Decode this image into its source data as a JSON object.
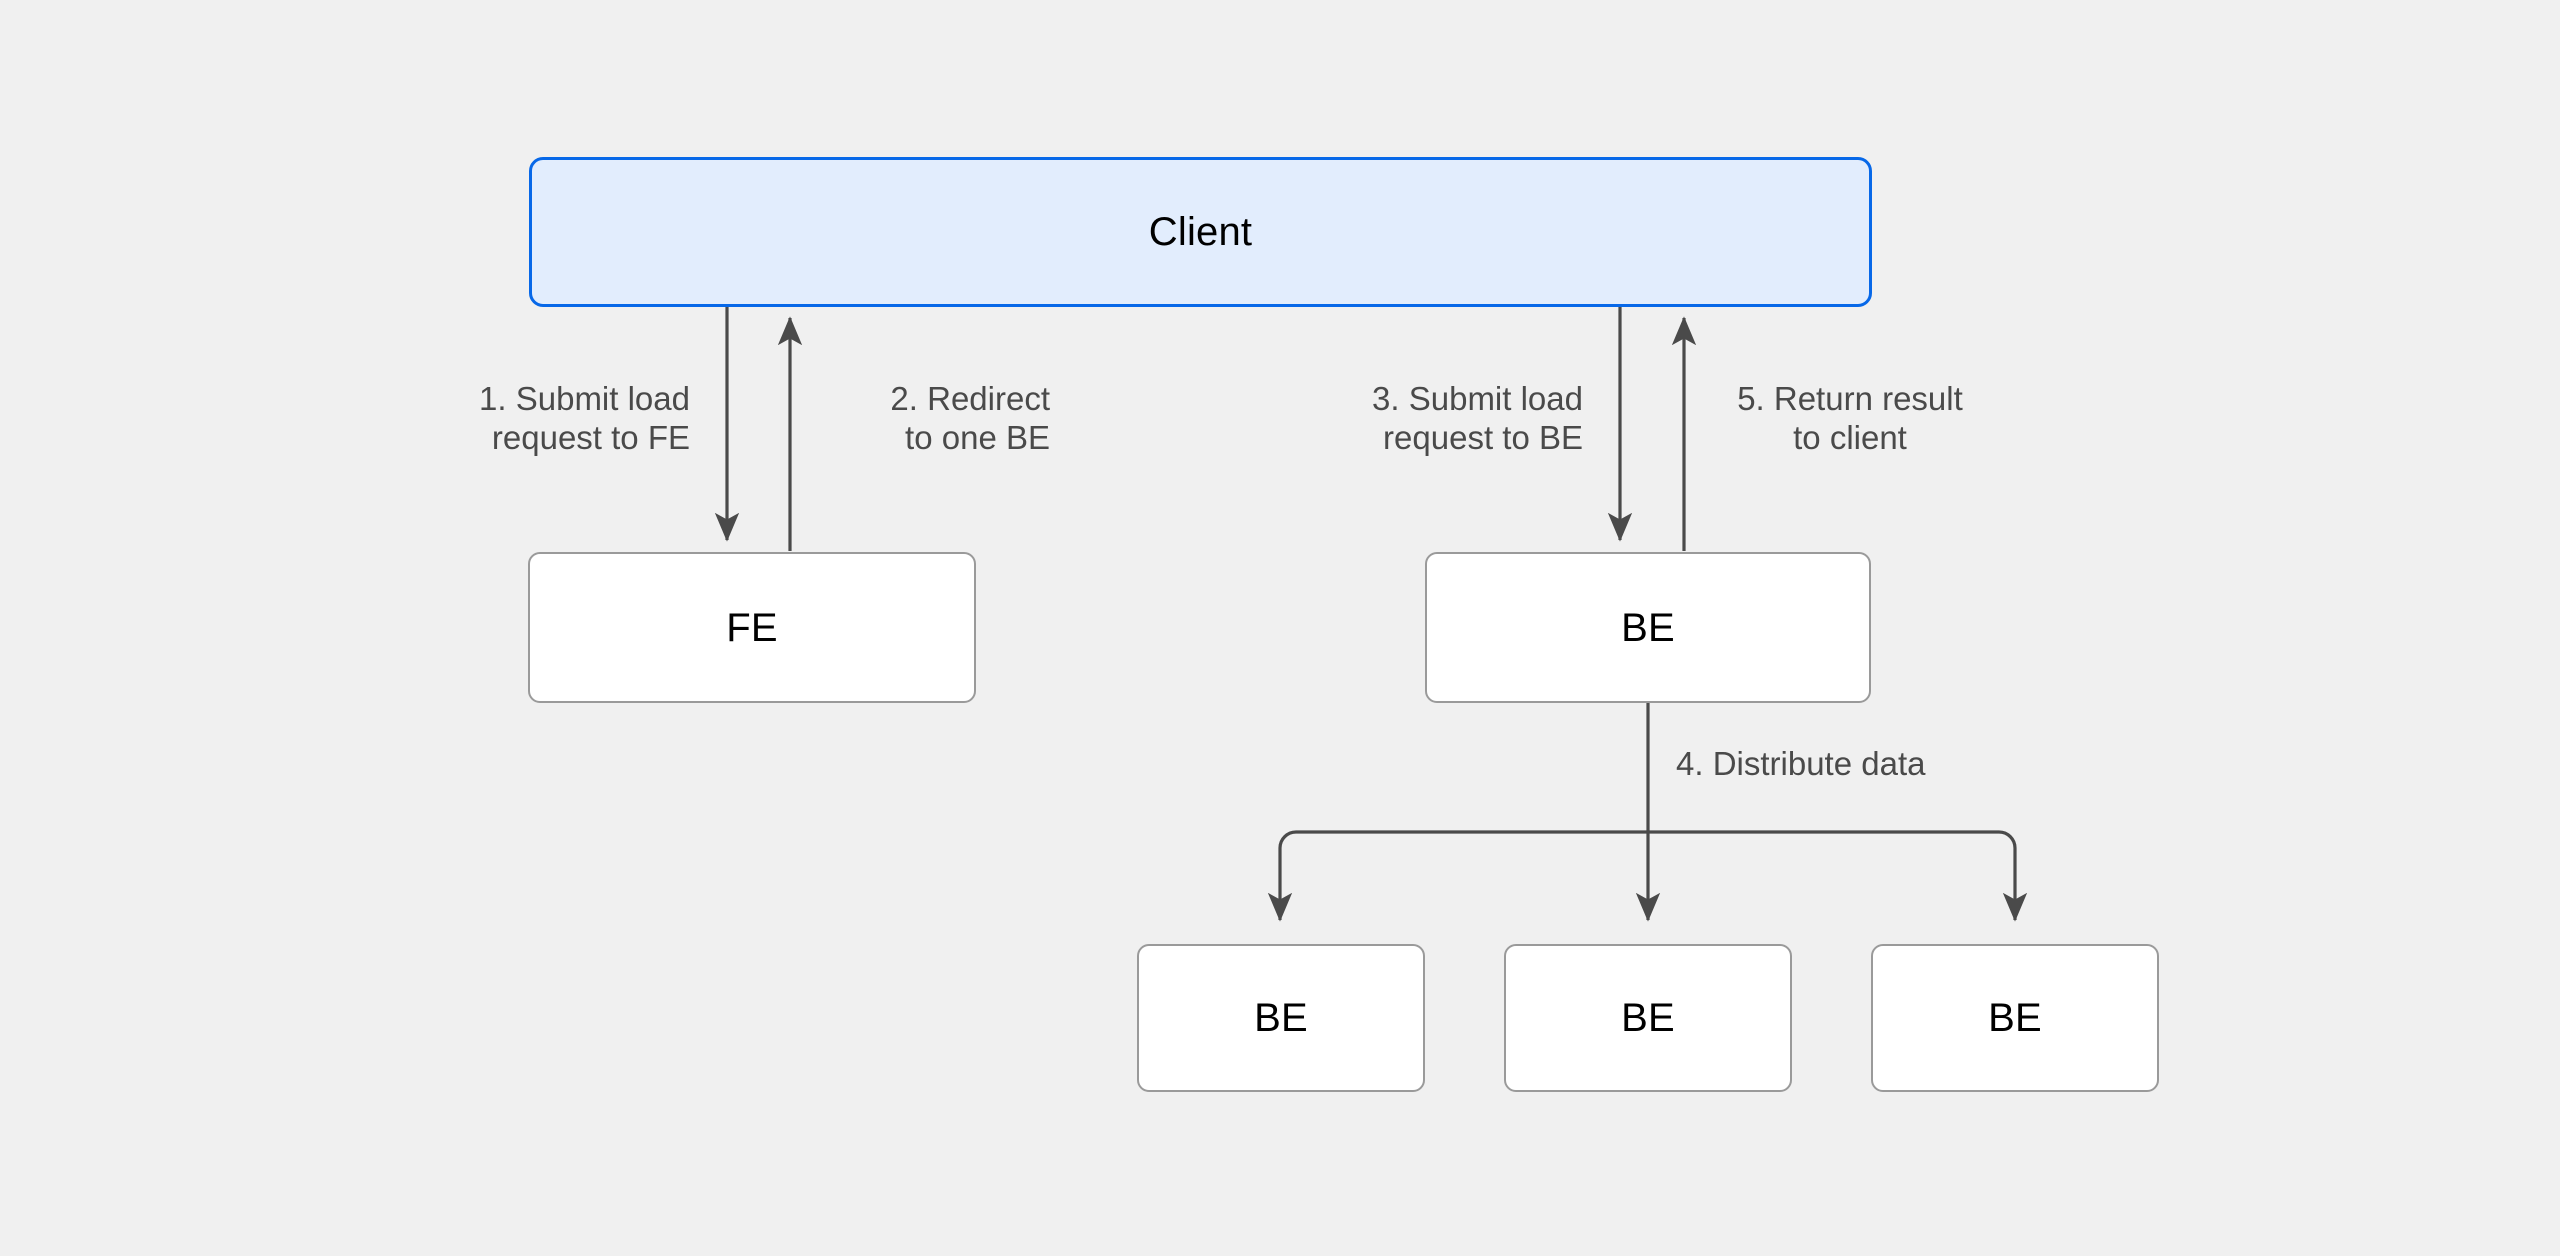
{
  "diagram": {
    "title": "Client FE BE load distribution flow",
    "background_color": "#f0f0f0",
    "edge_color": "#4a4a4a",
    "node_border_color": "#9a9a9a",
    "client_border_color": "#0768e8",
    "client_fill_color": "#e2edfd",
    "node_fill_color": "#ffffff",
    "label_color": "#4a4a4a"
  },
  "nodes": {
    "client": {
      "label": "Client"
    },
    "fe": {
      "label": "FE"
    },
    "be": {
      "label": "BE"
    },
    "be_shard_1": {
      "label": "BE"
    },
    "be_shard_2": {
      "label": "BE"
    },
    "be_shard_3": {
      "label": "BE"
    }
  },
  "edges": [
    {
      "id": "1",
      "label": "1. Submit load\nrequest to FE",
      "from": "client",
      "to": "fe",
      "direction": "down"
    },
    {
      "id": "2",
      "label": "2. Redirect\nto one BE",
      "from": "fe",
      "to": "client",
      "direction": "up"
    },
    {
      "id": "3",
      "label": "3. Submit load\nrequest to BE",
      "from": "client",
      "to": "be",
      "direction": "down"
    },
    {
      "id": "4",
      "label": "4. Distribute data",
      "from": "be",
      "to": "be-shards",
      "direction": "down-fork"
    },
    {
      "id": "5",
      "label": "5. Return result\nto client",
      "from": "be",
      "to": "client",
      "direction": "up"
    }
  ]
}
